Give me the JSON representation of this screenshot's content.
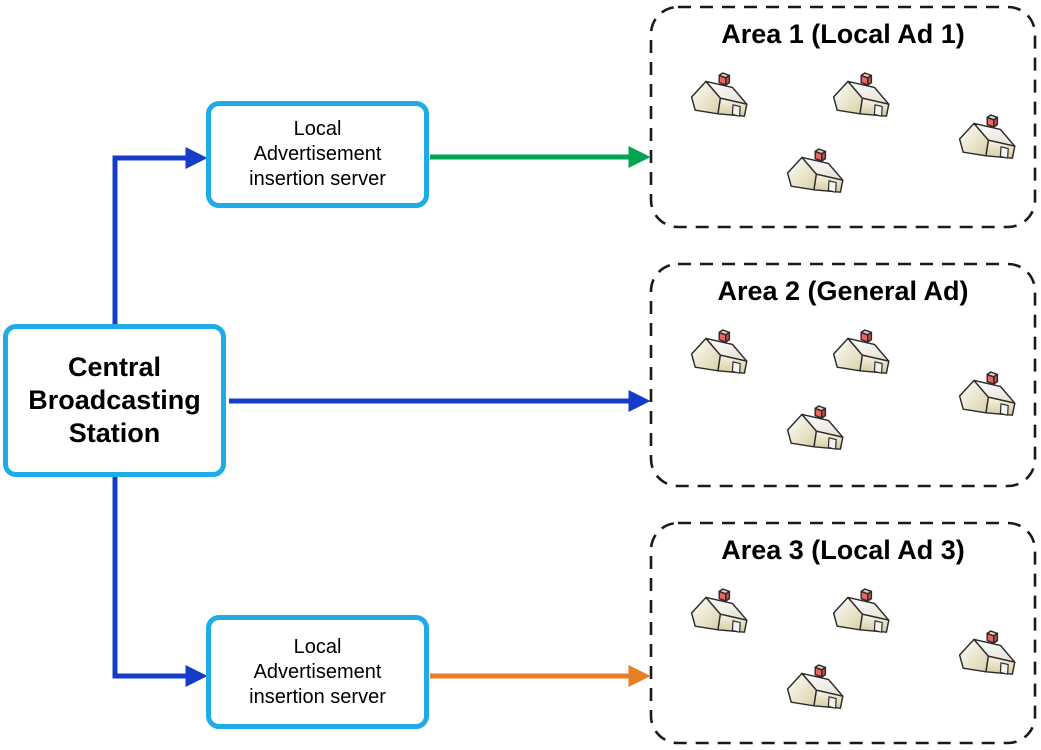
{
  "diagram": {
    "central_station": {
      "label": "Central Broadcasting Station"
    },
    "servers": [
      {
        "label": "Local Advertisement insertion server"
      },
      {
        "label": "Local Advertisement insertion server"
      }
    ],
    "areas": [
      {
        "title": "Area 1 (Local Ad 1)",
        "house_count": 4,
        "arrow_color": "#00a651"
      },
      {
        "title": "Area 2 (General Ad)",
        "house_count": 4,
        "arrow_color": "#143cc8"
      },
      {
        "title": "Area 3 (Local Ad 3)",
        "house_count": 4,
        "arrow_color": "#e87e22"
      }
    ],
    "connectors": [
      {
        "from": "central-station",
        "to": "server-top",
        "color": "#143cc8",
        "style": "elbow-arrow"
      },
      {
        "from": "central-station",
        "to": "area-2",
        "color": "#143cc8",
        "style": "straight-arrow"
      },
      {
        "from": "central-station",
        "to": "server-bottom",
        "color": "#143cc8",
        "style": "elbow-arrow"
      },
      {
        "from": "server-top",
        "to": "area-1",
        "color": "#00a651",
        "style": "straight-arrow"
      },
      {
        "from": "server-bottom",
        "to": "area-3",
        "color": "#e87e22",
        "style": "straight-arrow"
      }
    ]
  },
  "colors": {
    "node_border": "#1face6",
    "arrow_blue": "#143cc8",
    "arrow_green": "#00a651",
    "arrow_orange": "#e87e22",
    "area_border": "#1a1a1a",
    "text": "#000000",
    "background": "#ffffff"
  }
}
